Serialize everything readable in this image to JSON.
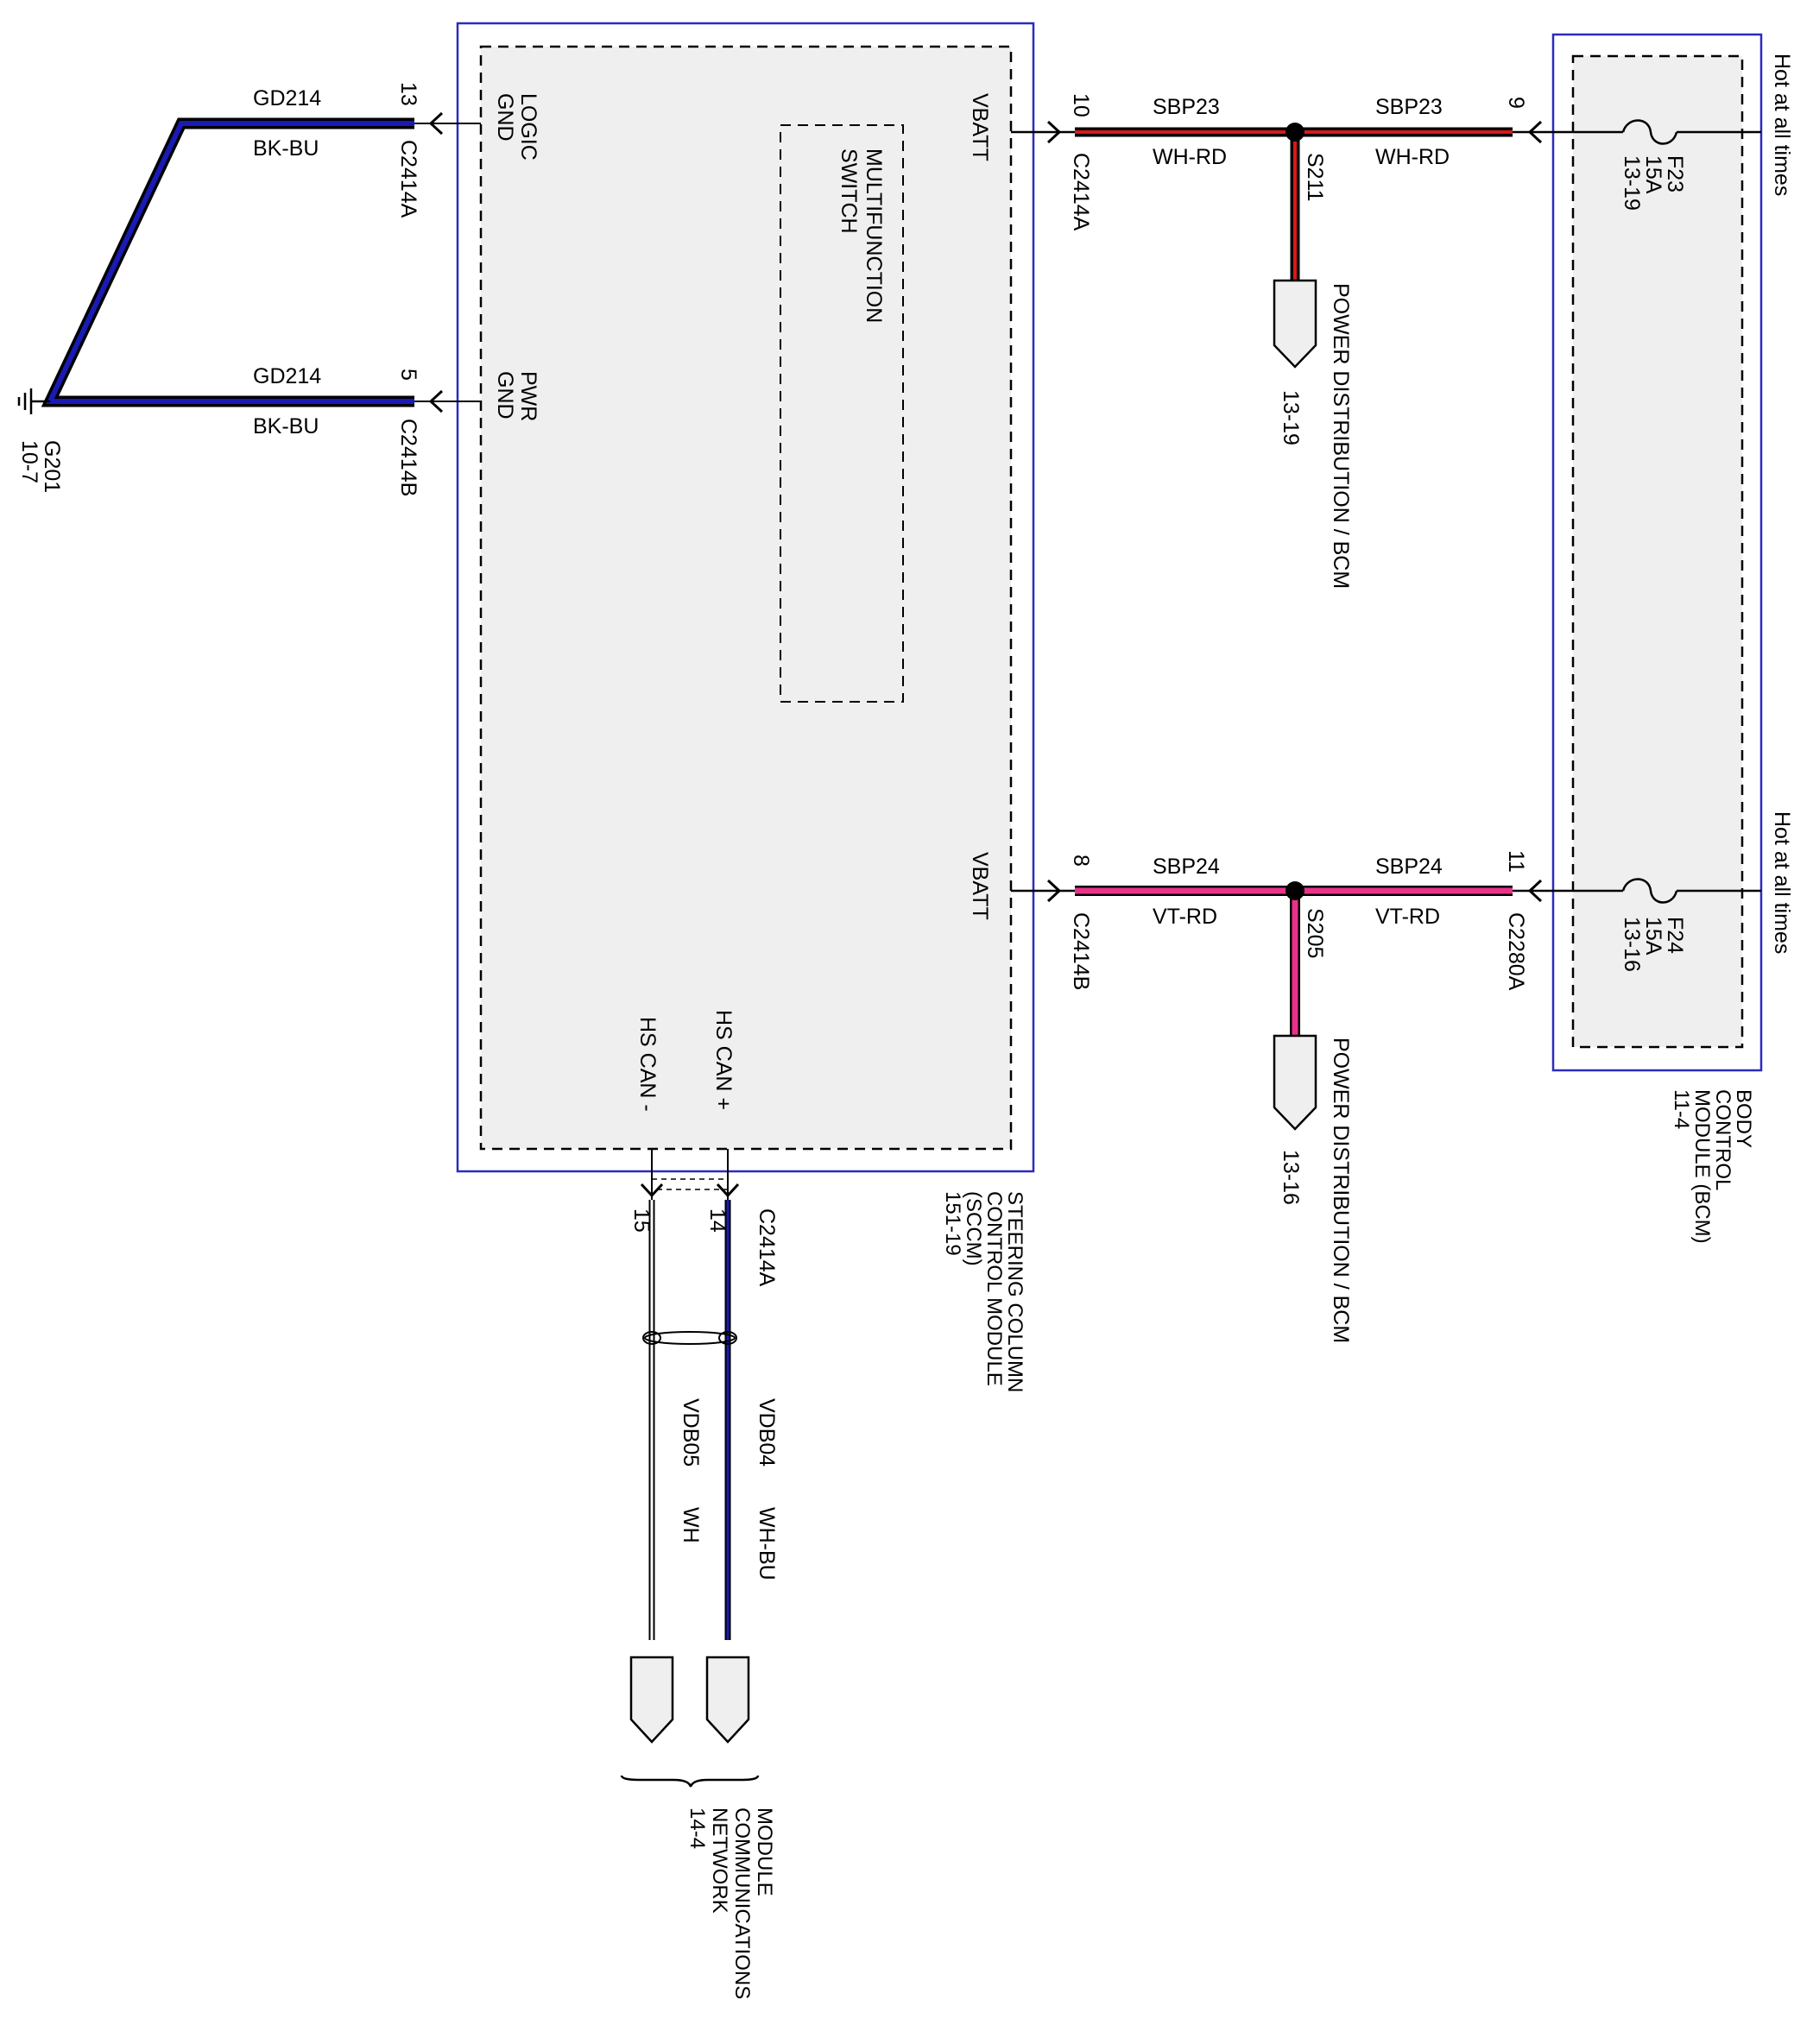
{
  "colors": {
    "blue": "#1a1ab4",
    "red": "#d61a1a",
    "pink": "#e8338a",
    "wire_black": "#000000",
    "module_fill": "#efefef",
    "frame_blue": "#2b2bbd"
  },
  "sccm": {
    "label_lines": [
      "STEERING COLUMN",
      "CONTROL MODULE",
      "(SCCM)",
      "151-19"
    ],
    "multifunction_label_lines": [
      "MULTIFUNCTION",
      "SWITCH"
    ],
    "pins": {
      "logic_gnd": [
        "LOGIC",
        "GND"
      ],
      "pwr_gnd": [
        "PWR",
        "GND"
      ],
      "vbatt_top": "VBATT",
      "vbatt_bottom": "VBATT",
      "hs_can_plus": "HS CAN +",
      "hs_can_minus": "HS CAN -"
    }
  },
  "ground": {
    "name": "G201",
    "ref": "10-7",
    "wire_top": {
      "circuit": "GD214",
      "color_code": "BK-BU",
      "pin": "13",
      "connector": "C2414A"
    },
    "wire_bottom": {
      "circuit": "GD214",
      "color_code": "BK-BU",
      "pin": "5",
      "connector": "C2414B"
    }
  },
  "power_top": {
    "module_pin": "10",
    "module_connector": "C2414A",
    "circuit_left": "SBP23",
    "color_left": "WH-RD",
    "splice": "S211",
    "circuit_right": "SBP23",
    "color_right": "WH-RD",
    "bcm_pin": "9",
    "bcm_connector": "",
    "fuse": [
      "F23",
      "15A",
      "13-19"
    ],
    "hot_label": "Hot at all times",
    "branch_target": "POWER DISTRIBUTION / BCM",
    "branch_ref": "13-19"
  },
  "power_bottom": {
    "module_pin": "8",
    "module_connector": "C2414B",
    "circuit_left": "SBP24",
    "color_left": "VT-RD",
    "splice": "S205",
    "circuit_right": "SBP24",
    "color_right": "VT-RD",
    "bcm_pin": "11",
    "bcm_connector": "C2280A",
    "fuse": [
      "F24",
      "15A",
      "13-16"
    ],
    "hot_label": "Hot at all times",
    "branch_target": "POWER DISTRIBUTION / BCM",
    "branch_ref": "13-16"
  },
  "bcm": {
    "label_lines": [
      "BODY",
      "CONTROL",
      "MODULE (BCM)",
      "11-4"
    ]
  },
  "can": {
    "connector": "C2414A",
    "plus": {
      "pin": "14",
      "circuit": "VDB04",
      "color_code": "WH-BU"
    },
    "minus": {
      "pin": "15",
      "circuit": "VDB05",
      "color_code": "WH"
    },
    "target_lines": [
      "MODULE",
      "COMMUNICATIONS",
      "NETWORK",
      "14-4"
    ]
  }
}
